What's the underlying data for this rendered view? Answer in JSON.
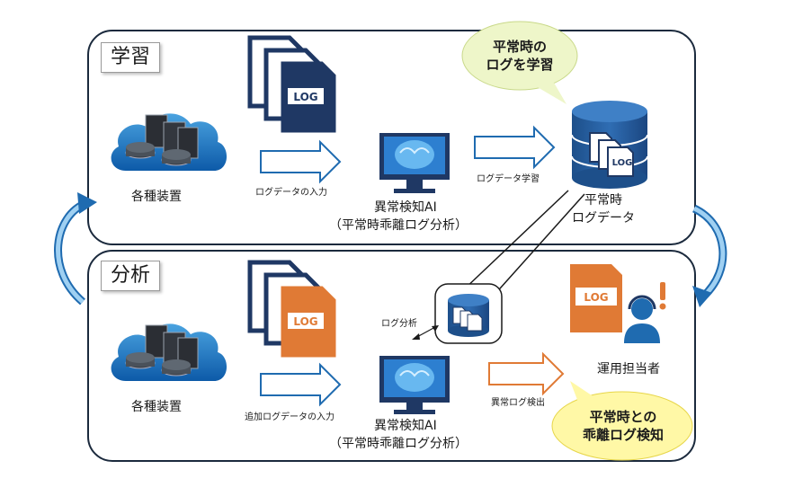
{
  "sections": {
    "learn": "学習",
    "analyze": "分析"
  },
  "learn": {
    "devices_label": "各種装置",
    "arrow1_label": "ログデータの入力",
    "ai_label_1": "異常検知AI",
    "ai_label_2": "（平常時乖離ログ分析）",
    "arrow2_label": "ログデータ学習",
    "db_label_1": "平常時",
    "db_label_2": "ログデータ",
    "bubble_line1": "平常時の",
    "bubble_line2": "ログを学習",
    "log_text": "LOG"
  },
  "analyze": {
    "devices_label": "各種装置",
    "arrow1_label": "追加ログデータの入力",
    "ai_label_1": "異常検知AI",
    "ai_label_2": "（平常時乖離ログ分析）",
    "log_analysis_label": "ログ分析",
    "arrow2_label": "異常ログ検出",
    "operator_label": "運用担当者",
    "bubble_line1": "平常時との",
    "bubble_line2": "乖離ログ検知",
    "log_text": "LOG"
  },
  "colors": {
    "navy": "#1f3864",
    "orange": "#e07a35",
    "bubble": "#eef6c9",
    "bubble_yellow": "#fff8a6",
    "accent_blue": "#1f6bb0"
  }
}
